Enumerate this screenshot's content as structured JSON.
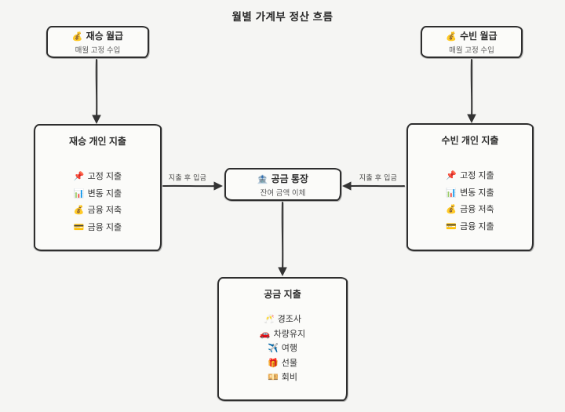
{
  "title": "월별 가계부 정산 흐름",
  "colors": {
    "background": "#f5f5f3",
    "node_fill": "#fbfbf9",
    "border": "#2e2e2e",
    "text": "#333333",
    "subtitle": "#5a5a5a",
    "edge": "#333333",
    "edge_label_text": "#4a4a4a"
  },
  "nodes": {
    "salary_left": {
      "icon": "💰",
      "label": "재승 월급",
      "subtitle": "매월 고정 수입"
    },
    "salary_right": {
      "icon": "💰",
      "label": "수빈 월급",
      "subtitle": "매월 고정 수입"
    },
    "personal_left": {
      "title": "재승 개인 지출",
      "items": [
        {
          "icon": "📌",
          "label": "고정 지출"
        },
        {
          "icon": "📊",
          "label": "변동 지출"
        },
        {
          "icon": "💰",
          "label": "금융 저축"
        },
        {
          "icon": "💳",
          "label": "금융 지출"
        }
      ]
    },
    "personal_right": {
      "title": "수빈 개인 지출",
      "items": [
        {
          "icon": "📌",
          "label": "고정 지출"
        },
        {
          "icon": "📊",
          "label": "변동 지출"
        },
        {
          "icon": "💰",
          "label": "금융 저축"
        },
        {
          "icon": "💳",
          "label": "금융 지출"
        }
      ]
    },
    "joint_account": {
      "icon": "🏦",
      "label": "공금 통장",
      "subtitle": "잔여 금액 이체"
    },
    "joint_expense": {
      "title": "공금 지출",
      "items": [
        {
          "icon": "🥂",
          "label": "경조사"
        },
        {
          "icon": "🚗",
          "label": "차량유지"
        },
        {
          "icon": "✈️",
          "label": "여행"
        },
        {
          "icon": "🎁",
          "label": "선물"
        },
        {
          "icon": "💴",
          "label": "회비"
        }
      ]
    }
  },
  "edges": {
    "left_to_joint_label": "지출 후 입금",
    "right_to_joint_label": "지출 후 입금"
  }
}
